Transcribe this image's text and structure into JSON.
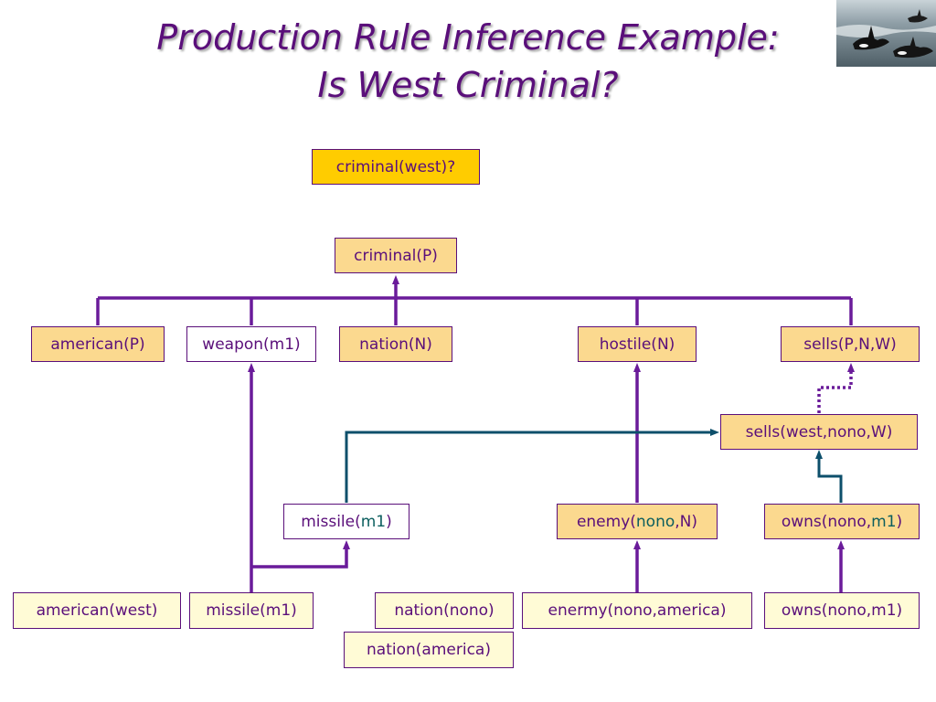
{
  "title": {
    "line1": "Production Rule Inference Example:",
    "line2": "Is West Criminal?"
  },
  "colors": {
    "title": "#5a0f7a",
    "node_border": "#5a0f7a",
    "rule_node_fill": "#fbd98f",
    "fact_node_fill": "#fffbd6",
    "goal_node_fill": "#ffcc00",
    "rule_link": "#6a1b9a",
    "binding_link": "#0d4f6b",
    "binding_text": "#0b5e5e"
  },
  "photo": {
    "icon": "orca-whales-photo"
  },
  "nodes": {
    "goal": "criminal(west)?",
    "criminal_p": "criminal(P)",
    "american_p": "american(P)",
    "weapon_m1": "weapon(m1)",
    "nation_n": "nation(N)",
    "hostile_n": "hostile(N)",
    "sells_pnw": "sells(P,N,W)",
    "sells_west": "sells(west,nono,W)",
    "missile_var": {
      "a": "missile(",
      "b": "m1",
      "c": ")"
    },
    "enemy": {
      "a": "enemy(",
      "b": "nono",
      "c": ",N)"
    },
    "owns_var": {
      "a": "owns(nono,",
      "b": "m1",
      "c": ")"
    },
    "american_west": "american(west)",
    "missile_m1": "missile(m1)",
    "nation_nono": "nation(nono)",
    "enermy": "enermy(nono,america)",
    "owns_nono_m1": "owns(nono,m1)",
    "nation_america": "nation(america)"
  }
}
